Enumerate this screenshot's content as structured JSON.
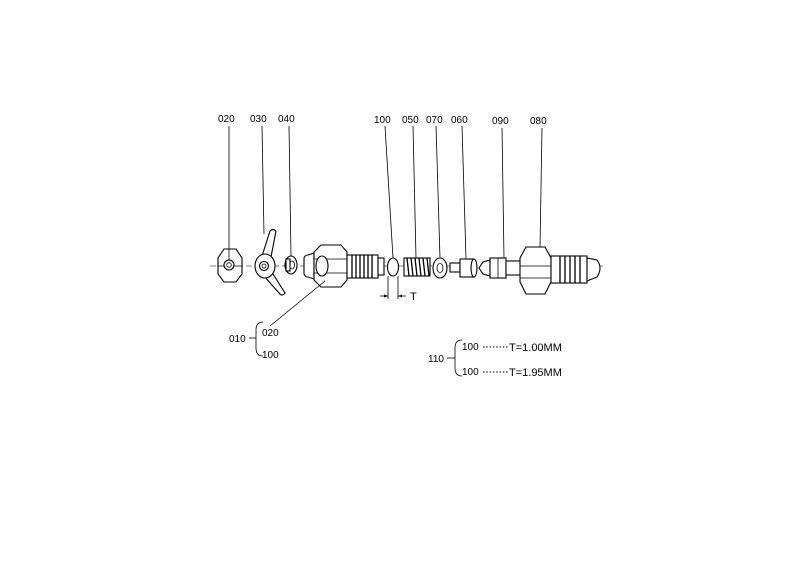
{
  "callouts": {
    "p020": "020",
    "p030": "030",
    "p040": "040",
    "p100": "100",
    "p050": "050",
    "p070": "070",
    "p060": "060",
    "p090": "090",
    "p080": "080"
  },
  "dimension_label": "T",
  "assembly_010": {
    "label": "010",
    "items": [
      "020",
      "100"
    ]
  },
  "option_110": {
    "label": "110",
    "rows": [
      {
        "part": "100",
        "spec": "T=1.00MM"
      },
      {
        "part": "100",
        "spec": "T=1.95MM"
      }
    ]
  }
}
